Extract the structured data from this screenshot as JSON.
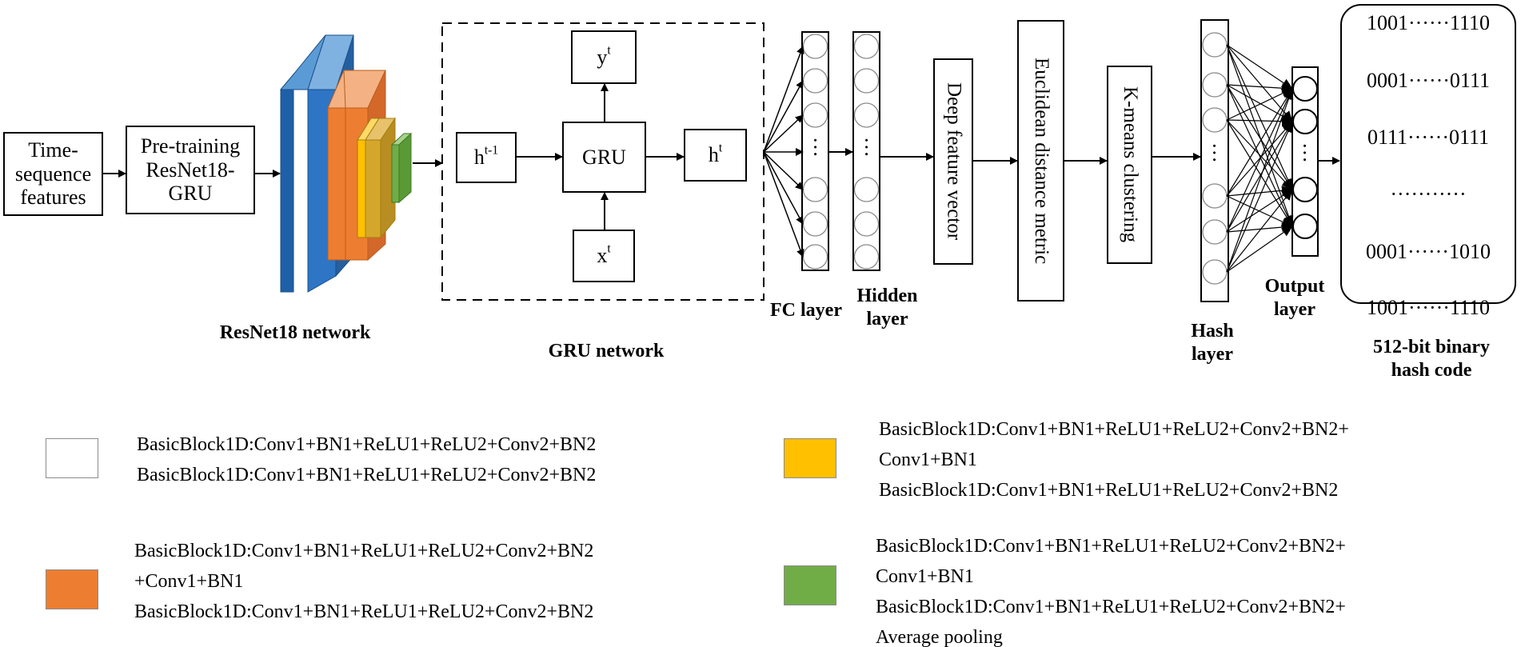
{
  "colors": {
    "resnet_blue": "#2e75c5",
    "resnet_orange": "#ed7d31",
    "resnet_gold": "#d4a72c",
    "resnet_yellow": "#ffc000",
    "resnet_green": "#70ad47"
  },
  "pipeline": {
    "input_box": "Time-sequence features",
    "pretrain_box": "Pre-training ResNet18-GRU",
    "resnet_label": "ResNet18 network",
    "gru": {
      "h_prev": "h",
      "h_prev_sup": "t-1",
      "cell": "GRU",
      "h_out": "h",
      "h_out_sup": "t",
      "y_out": "y",
      "y_out_sup": "t",
      "x_in": "x",
      "x_in_sup": "t",
      "label": "GRU network"
    },
    "fc_label": "FC layer",
    "hidden_label": "Hidden layer",
    "deep_feature": "Deep feature vector",
    "euclidean": "Euclidean distance metric",
    "kmeans": "K-means clustering",
    "hash_label": "Hash layer",
    "output_label": "Output layer",
    "dots": "···"
  },
  "hash_codes": {
    "items": [
      "1001······1110",
      "0001······0111",
      "0111······0111",
      "···········",
      "0001······1010",
      "1001······1110"
    ],
    "label": "512-bit binary hash code"
  },
  "legend": [
    {
      "color": "#ffffff",
      "lines": [
        "BasicBlock1D:Conv1+BN1+ReLU1+ReLU2+Conv2+BN2",
        "BasicBlock1D:Conv1+BN1+ReLU1+ReLU2+Conv2+BN2"
      ]
    },
    {
      "color": "#ffc000",
      "lines": [
        "BasicBlock1D:Conv1+BN1+ReLU1+ReLU2+Conv2+BN2+",
        "Conv1+BN1",
        "BasicBlock1D:Conv1+BN1+ReLU1+ReLU2+Conv2+BN2"
      ]
    },
    {
      "color": "#ed7d31",
      "lines": [
        "BasicBlock1D:Conv1+BN1+ReLU1+ReLU2+Conv2+BN2",
        "+Conv1+BN1",
        "BasicBlock1D:Conv1+BN1+ReLU1+ReLU2+Conv2+BN2"
      ]
    },
    {
      "color": "#70ad47",
      "lines": [
        "BasicBlock1D:Conv1+BN1+ReLU1+ReLU2+Conv2+BN2+",
        "Conv1+BN1",
        "BasicBlock1D:Conv1+BN1+ReLU1+ReLU2+Conv2+BN2+",
        "Average pooling"
      ]
    }
  ]
}
